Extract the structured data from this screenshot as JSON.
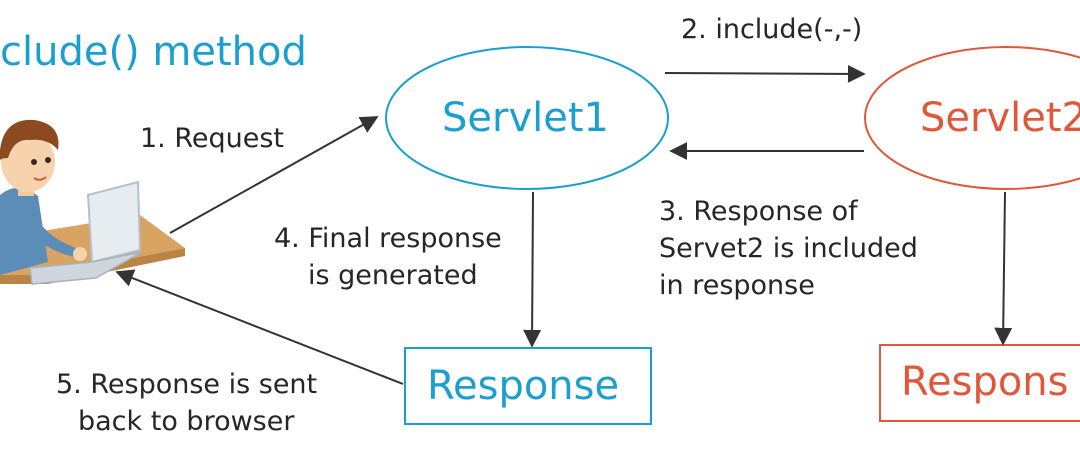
{
  "title": "clude() method",
  "nodes": {
    "servlet1": "Servlet1",
    "servlet2": "Servlet2",
    "response1": "Response",
    "response2": "Respons"
  },
  "steps": {
    "request": "1. Request",
    "include": "2. include(-,-)",
    "response_of": [
      "3. Response of",
      "Servet2 is included",
      "in response"
    ],
    "final": [
      "4. Final response",
      "is generated"
    ],
    "sent": [
      "5. Response is sent",
      "back to browser"
    ]
  },
  "colors": {
    "blue": "#1a9fd0",
    "orange": "#e0583a",
    "text": "#262626",
    "arrow": "#333333"
  },
  "icons": {
    "user": "user-at-laptop-icon"
  }
}
